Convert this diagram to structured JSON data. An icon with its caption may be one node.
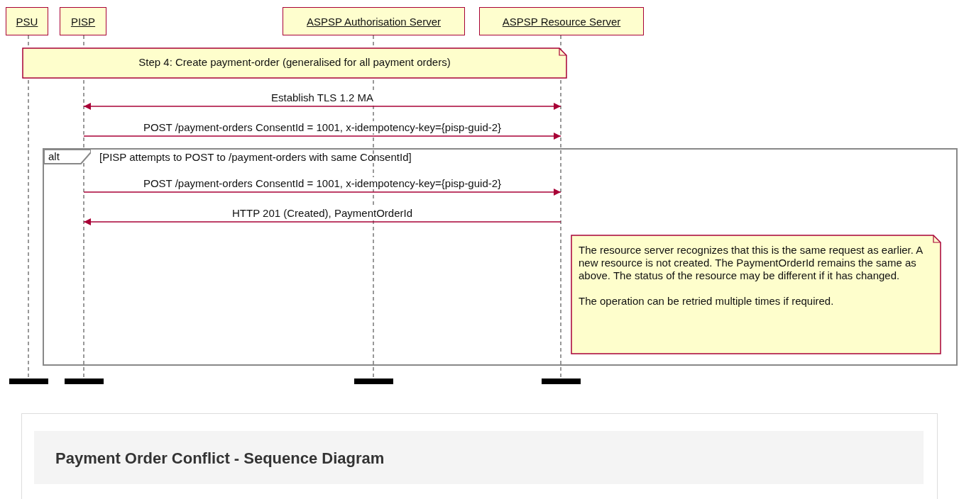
{
  "diagram": {
    "caption": "Payment Order Conflict - Sequence Diagram",
    "nodes": [
      {
        "text": [
          "PSU"
        ]
      },
      {
        "text": [
          "PISP"
        ]
      },
      {
        "text": [
          "ASPSP Authorisation Server"
        ]
      },
      {
        "text": [
          "ASPSP Resource Server"
        ]
      },
      {
        "text": [
          "Step 4: Create payment-order (generalised for all payment orders)"
        ]
      },
      {
        "text": [
          "alt",
          "[PISP attempts to POST to /payment-orders with same ConsentId]"
        ]
      },
      {
        "text": [
          "The resource server recognizes that this is the same request as earlier. A new resource is not created. The PaymentOrderId remains the same as above. The status of the resource may be different if it has changed.",
          "The operation can be retried multiple times if required."
        ],
        "in": 5
      }
    ],
    "edges": [
      {
        "from": 1,
        "to": 3,
        "arrow": "both",
        "label": "Establish TLS 1.2 MA"
      },
      {
        "from": 1,
        "to": 3,
        "arrow": "to",
        "label": "POST /payment-orders ConsentId = 1001, x-idempotency-key={pisp-guid-2}"
      },
      {
        "from": 1,
        "to": 3,
        "arrow": "to",
        "label": "POST /payment-orders ConsentId = 1001, x-idempotency-key={pisp-guid-2}"
      },
      {
        "from": 3,
        "to": 1,
        "arrow": "to",
        "label": "HTTP 201 (Created), PaymentOrderId"
      }
    ]
  }
}
